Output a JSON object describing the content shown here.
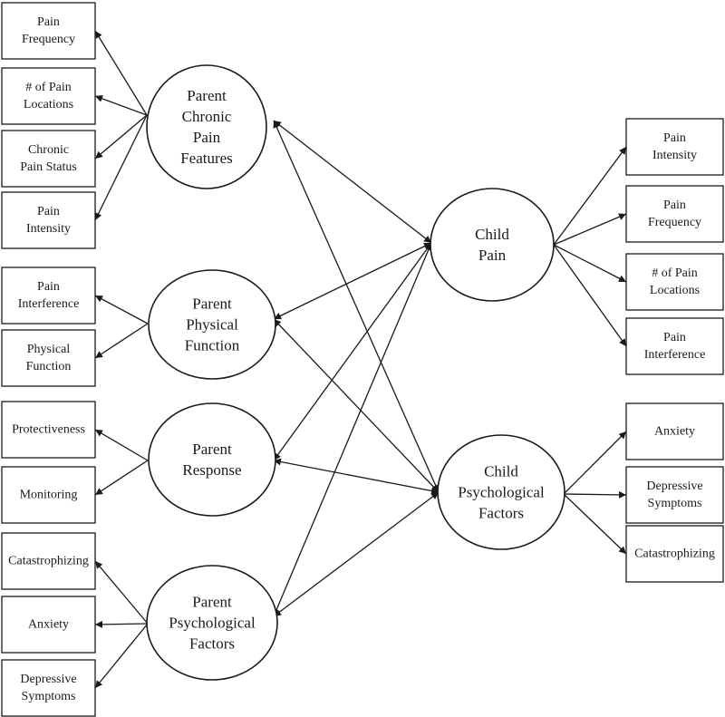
{
  "latent_factors": [
    {
      "id": "parent_chronic",
      "lines": [
        "Parent",
        "Chronic",
        "Pain",
        "Features"
      ]
    },
    {
      "id": "parent_physical",
      "lines": [
        "Parent",
        "Physical",
        "Function"
      ]
    },
    {
      "id": "parent_response",
      "lines": [
        "Parent",
        "Response"
      ]
    },
    {
      "id": "parent_psych",
      "lines": [
        "Parent",
        "Psychological",
        "Factors"
      ]
    },
    {
      "id": "child_pain",
      "lines": [
        "Child",
        "Pain"
      ]
    },
    {
      "id": "child_psych",
      "lines": [
        "Child",
        "Psychological",
        "Factors"
      ]
    }
  ],
  "indicators": [
    {
      "id": "pcp_freq",
      "factor": "parent_chronic",
      "lines": [
        "Pain",
        "Frequency"
      ]
    },
    {
      "id": "pcp_loc",
      "factor": "parent_chronic",
      "lines": [
        "# of Pain",
        "Locations"
      ]
    },
    {
      "id": "pcp_status",
      "factor": "parent_chronic",
      "lines": [
        "Chronic",
        "Pain Status"
      ]
    },
    {
      "id": "pcp_int",
      "factor": "parent_chronic",
      "lines": [
        "Pain",
        "Intensity"
      ]
    },
    {
      "id": "ppf_interf",
      "factor": "parent_physical",
      "lines": [
        "Pain",
        "Interference"
      ]
    },
    {
      "id": "ppf_func",
      "factor": "parent_physical",
      "lines": [
        "Physical",
        "Function"
      ]
    },
    {
      "id": "pr_prot",
      "factor": "parent_response",
      "lines": [
        "Protectiveness"
      ]
    },
    {
      "id": "pr_mon",
      "factor": "parent_response",
      "lines": [
        "Monitoring"
      ]
    },
    {
      "id": "pp_cat",
      "factor": "parent_psych",
      "lines": [
        "Catastrophizing"
      ]
    },
    {
      "id": "pp_anx",
      "factor": "parent_psych",
      "lines": [
        "Anxiety"
      ]
    },
    {
      "id": "pp_dep",
      "factor": "parent_psych",
      "lines": [
        "Depressive",
        "Symptoms"
      ]
    },
    {
      "id": "cp_int",
      "factor": "child_pain",
      "lines": [
        "Pain",
        "Intensity"
      ]
    },
    {
      "id": "cp_freq",
      "factor": "child_pain",
      "lines": [
        "Pain",
        "Frequency"
      ]
    },
    {
      "id": "cp_loc",
      "factor": "child_pain",
      "lines": [
        "# of Pain",
        "Locations"
      ]
    },
    {
      "id": "cp_interf",
      "factor": "child_pain",
      "lines": [
        "Pain",
        "Interference"
      ]
    },
    {
      "id": "cps_anx",
      "factor": "child_psych",
      "lines": [
        "Anxiety"
      ]
    },
    {
      "id": "cps_dep",
      "factor": "child_psych",
      "lines": [
        "Depressive",
        "Symptoms"
      ]
    },
    {
      "id": "cps_cat",
      "factor": "child_psych",
      "lines": [
        "Catastrophizing"
      ]
    }
  ],
  "correlations": [
    {
      "from": "parent_chronic",
      "to": "child_pain"
    },
    {
      "from": "parent_chronic",
      "to": "child_psych"
    },
    {
      "from": "parent_physical",
      "to": "child_pain"
    },
    {
      "from": "parent_physical",
      "to": "child_psych"
    },
    {
      "from": "parent_response",
      "to": "child_pain"
    },
    {
      "from": "parent_response",
      "to": "child_psych"
    },
    {
      "from": "parent_psych",
      "to": "child_pain"
    },
    {
      "from": "parent_psych",
      "to": "child_psych"
    }
  ],
  "colors": {
    "stroke": "#1a1a1a",
    "fill": "#ffffff"
  }
}
